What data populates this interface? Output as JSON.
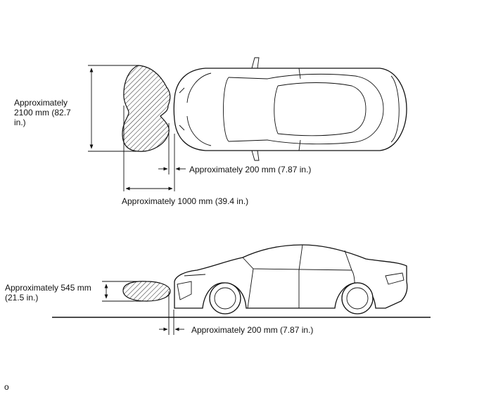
{
  "top_view": {
    "width_label": "Approximately 2100 mm (82.7 in.)",
    "near_gap_label": "Approximately 200 mm (7.87 in.)",
    "range_label": "Approximately 1000 mm (39.4 in.)"
  },
  "side_view": {
    "height_label": "Approximately 545 mm (21.5 in.)",
    "near_gap_label": "Approximately 200 mm (7.87 in.)"
  },
  "footer": {
    "code": "o"
  }
}
